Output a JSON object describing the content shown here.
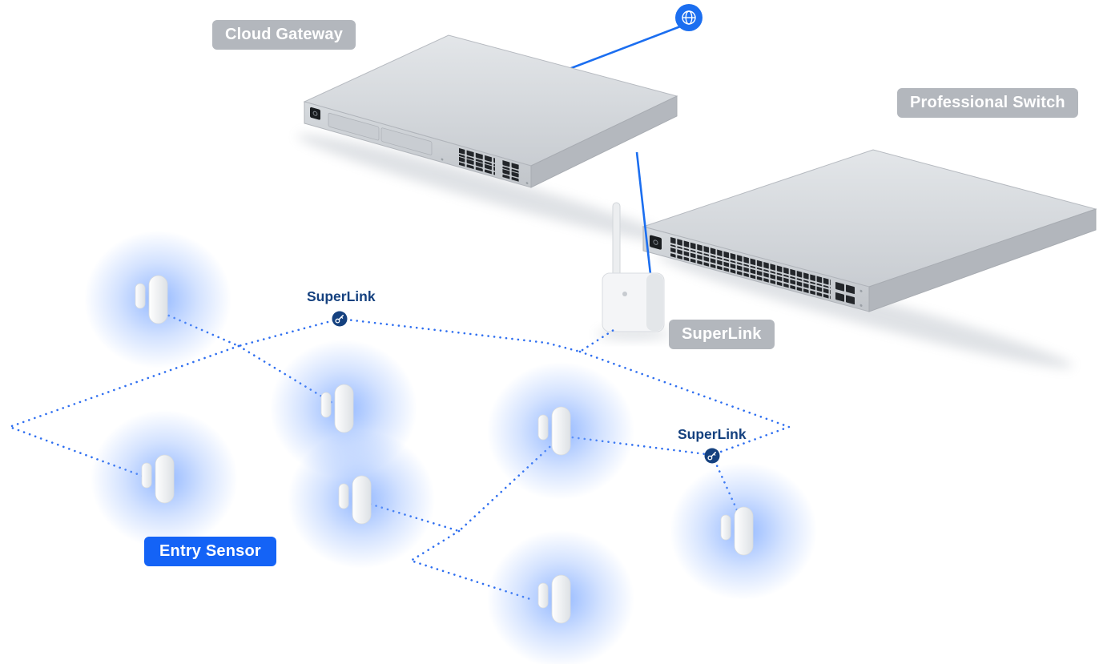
{
  "labels": {
    "cloud_gateway": "Cloud Gateway",
    "professional_switch": "Professional Switch",
    "superlink_device": "SuperLink",
    "superlink_mesh_left": "SuperLink",
    "superlink_mesh_right": "SuperLink",
    "entry_sensor": "Entry Sensor"
  },
  "icons": {
    "internet": "globe-icon",
    "superlink_mesh_left": "key-icon",
    "superlink_mesh_right": "key-icon"
  },
  "devices": {
    "entry_sensor_count": 7,
    "superlink_mesh_badge_count": 2
  },
  "colors": {
    "accent_blue": "#1b6ef0",
    "mesh_dot_blue": "#2f6ff0",
    "badge_gray": "#b3b7bd",
    "entry_sensor_blue": "#1463f6",
    "mesh_label_navy": "#15417f",
    "sensor_glow": "#78a6ff",
    "device_gray_light": "#e3e6e9",
    "device_gray_mid": "#c9cdd2",
    "device_gray_dark": "#b4b8be",
    "port_dark": "#23262a"
  }
}
